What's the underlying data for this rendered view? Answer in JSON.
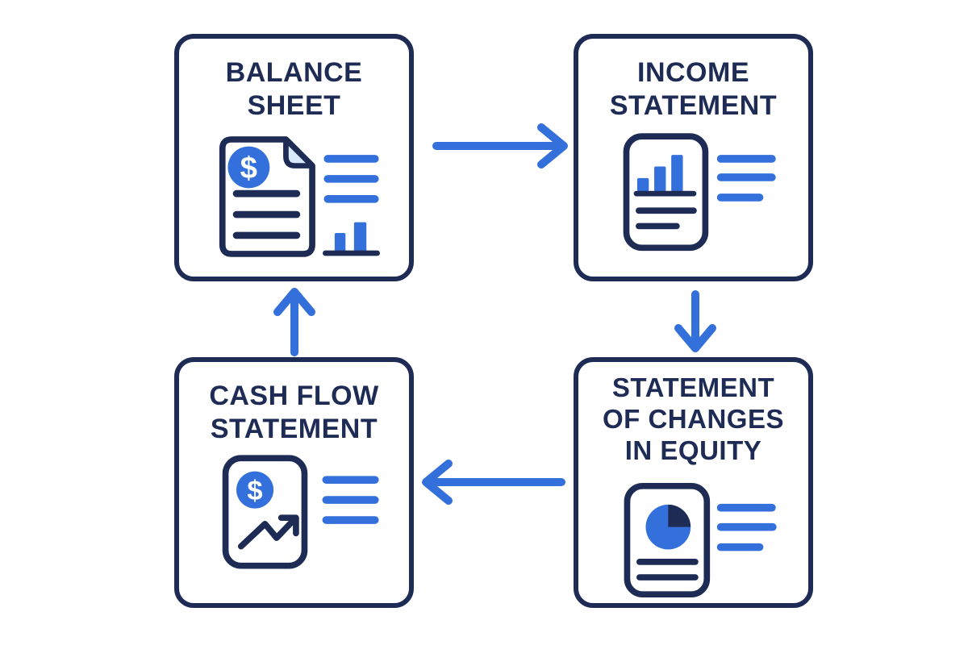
{
  "colors": {
    "navy": "#1e2c55",
    "blue": "#3470db",
    "fold": "#d9e8fb",
    "background": "#ffffff"
  },
  "nodes": [
    {
      "id": "balance-sheet",
      "label": "BALANCE\nSHEET",
      "icon": "dollar-document-with-text-and-bar-chart-icon"
    },
    {
      "id": "income-statement",
      "label": "INCOME\nSTATEMENT",
      "icon": "bar-chart-document-with-text-lines-icon"
    },
    {
      "id": "changes-in-equity",
      "label": "STATEMENT\nOF CHANGES\nIN EQUITY",
      "icon": "pie-chart-document-with-text-lines-icon"
    },
    {
      "id": "cash-flow-statement",
      "label": "CASH FLOW\nSTATEMENT",
      "icon": "dollar-trend-arrow-document-with-text-lines-icon"
    }
  ],
  "icons": {
    "dollar_symbol": "$"
  },
  "arrows": [
    {
      "from": "balance-sheet",
      "to": "income-statement",
      "direction": "right"
    },
    {
      "from": "income-statement",
      "to": "changes-in-equity",
      "direction": "down"
    },
    {
      "from": "changes-in-equity",
      "to": "cash-flow-statement",
      "direction": "left"
    },
    {
      "from": "cash-flow-statement",
      "to": "balance-sheet",
      "direction": "up"
    }
  ]
}
